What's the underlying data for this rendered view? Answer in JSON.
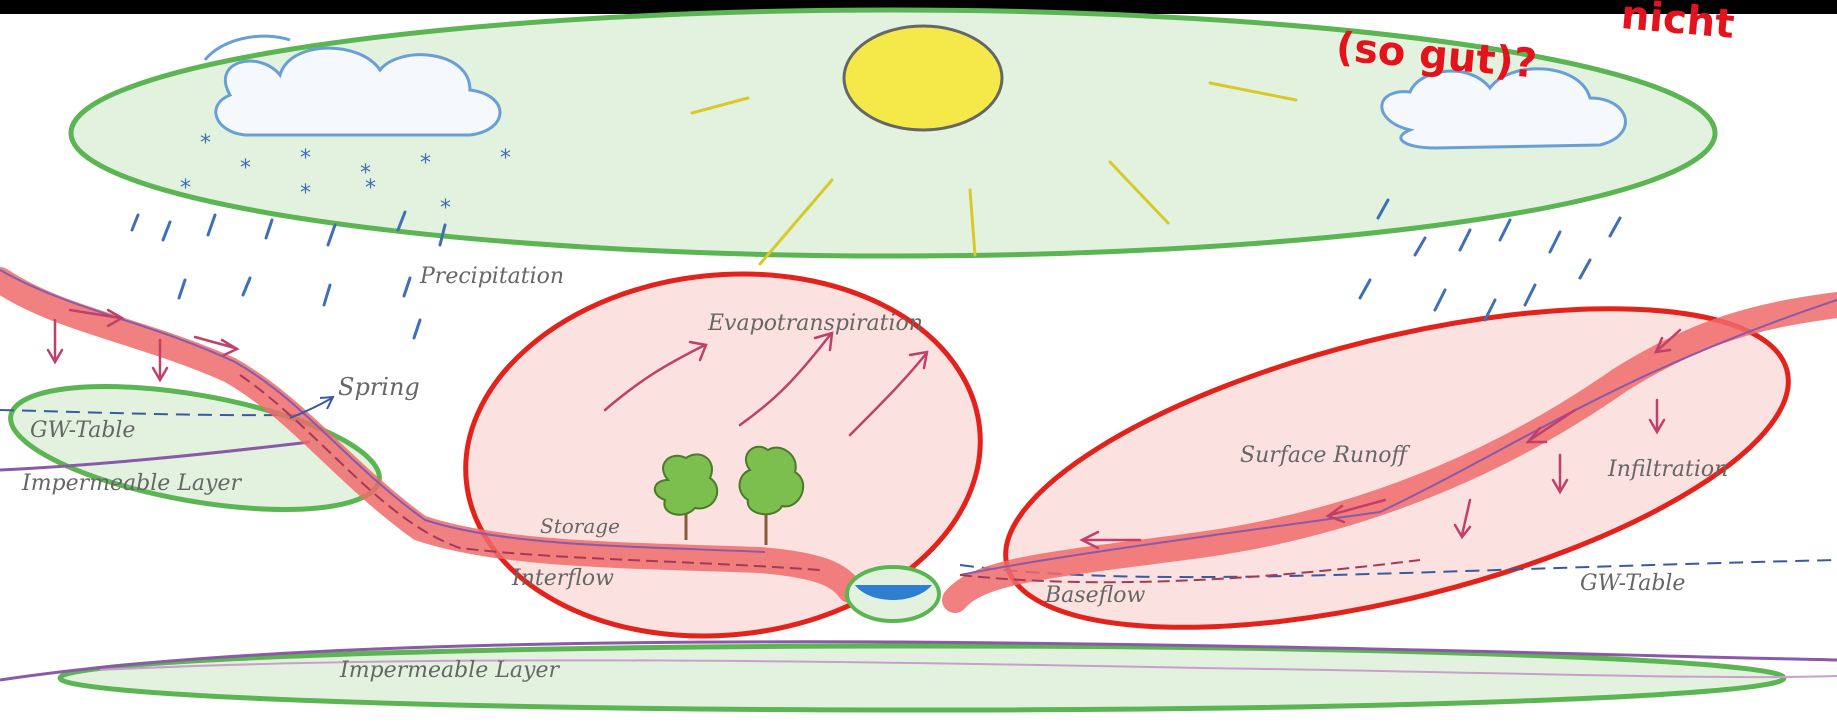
{
  "header": {
    "line1": "nicht",
    "line2": "(so gut)?"
  },
  "labels": {
    "precipitation": "Precipitation",
    "evapotranspiration": "Evapotranspiration",
    "spring": "Spring",
    "gw_table_left": "GW-Table",
    "impermeable_layer_left": "Impermeable Layer",
    "storage": "Storage",
    "interflow": "Interflow",
    "surface_runoff": "Surface Runoff",
    "infiltration": "Infiltration",
    "baseflow": "Baseflow",
    "gw_table_right": "GW-Table",
    "impermeable_layer_bottom": "Impermeable Layer"
  },
  "colors": {
    "header_bar": "#000000",
    "header_text": "#e3121b",
    "green_ellipse": "#5ab552",
    "green_fill": "#e3f2df",
    "red_ellipse": "#e3221b",
    "red_fill": "#fbe1df",
    "terrain": "#ee6b6b",
    "sun": "#f5e94a",
    "rain": "#3f6fb5",
    "cloud": "#6a9fd6",
    "water": "#2f7fd0",
    "tree": "#7dbf4e",
    "impermeable": "#8a5aa8"
  }
}
